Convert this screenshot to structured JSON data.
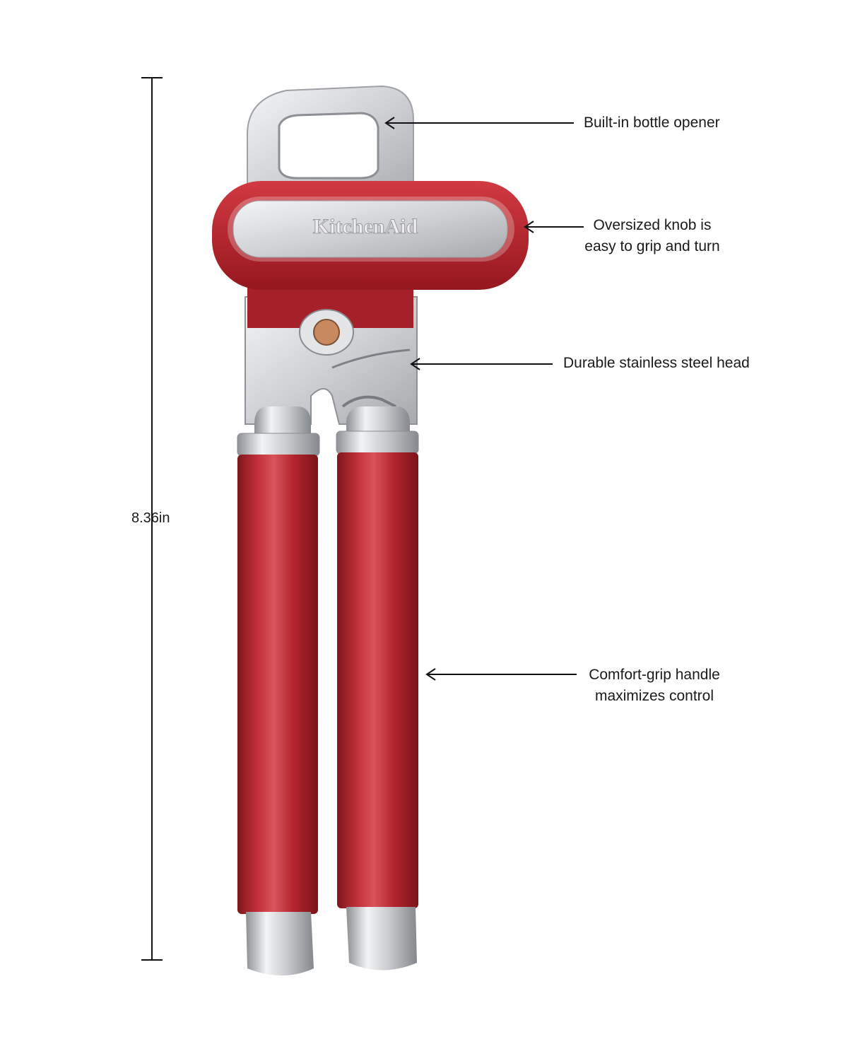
{
  "dimension": {
    "height_label": "8.36in"
  },
  "brand": {
    "logo_text": "KitchenAid"
  },
  "callouts": {
    "bottle_opener": "Built-in bottle opener",
    "knob_line1": "Oversized knob is",
    "knob_line2": "easy to grip and turn",
    "head": "Durable stainless steel head",
    "handle_line1": "Comfort-grip handle",
    "handle_line2": "maximizes control"
  },
  "colors": {
    "handle_red": "#b8262e",
    "handle_red_dark": "#8e1a21",
    "steel": "#d9dadc",
    "steel_dark": "#9c9ea2",
    "text": "#1a1a1a"
  }
}
